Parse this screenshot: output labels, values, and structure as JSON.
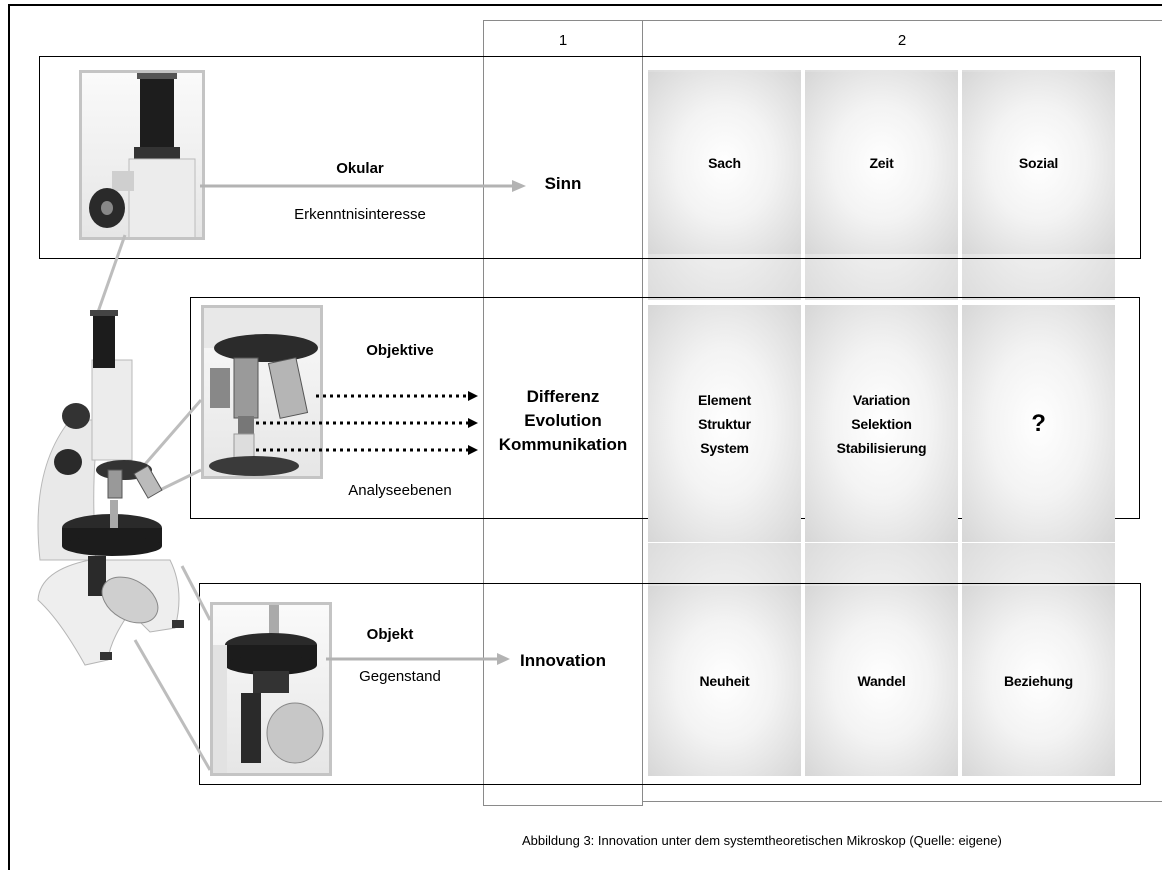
{
  "columns": {
    "col1": "1",
    "col2": "2"
  },
  "rows": {
    "okular": {
      "title": "Okular",
      "subtitle": "Erkenntnisinteresse",
      "center": "Sinn",
      "cells": [
        "Sach",
        "Zeit",
        "Sozial"
      ]
    },
    "objektive": {
      "title": "Objektive",
      "subtitle": "Analyseebenen",
      "center": "Differenz\nEvolution\nKommunikation",
      "cells": [
        "Element\nStruktur\nSystem",
        "Variation\nSelektion\nStabilisierung",
        "?"
      ]
    },
    "objekt": {
      "title": "Objekt",
      "subtitle": "Gegenstand",
      "center": "Innovation",
      "cells": [
        "Neuheit",
        "Wandel",
        "Beziehung"
      ]
    }
  },
  "caption": "Abbildung 3: Innovation unter dem systemtheoretischen Mikroskop (Quelle: eigene)",
  "colors": {
    "arrow": "#b3b3b3",
    "frame": "#000000",
    "column_border": "#8a8a8a",
    "thumb_border": "#c4c4c4"
  },
  "icons": [
    "microscope-illustration",
    "eyepiece-thumbnail",
    "objectives-thumbnail",
    "stage-thumbnail"
  ]
}
